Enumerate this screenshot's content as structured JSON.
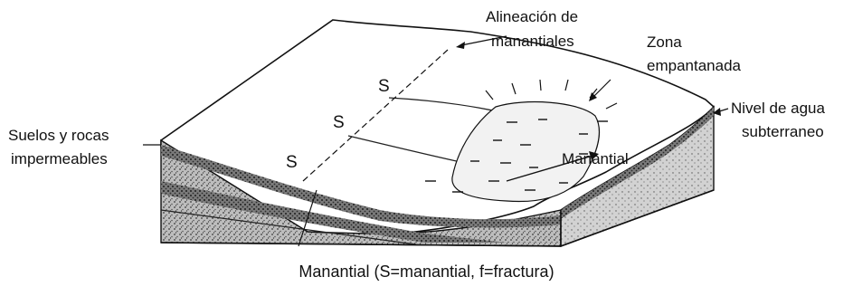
{
  "diagram": {
    "labels": {
      "alignment_line1": "Alineación de",
      "alignment_line2": "manantiales",
      "swamp_line1": "Zona",
      "swamp_line2": "empantanada",
      "groundwater_line1": "Nivel de agua",
      "groundwater_line2": "subterraneo",
      "impermeable_line1": "Suelos y rocas",
      "impermeable_line2": "impermeables",
      "spring": "Manantial",
      "spring_marker_1": "S",
      "spring_marker_2": "S",
      "spring_marker_3": "S"
    },
    "caption": "Manantial (S=manantial, f=fractura)"
  }
}
